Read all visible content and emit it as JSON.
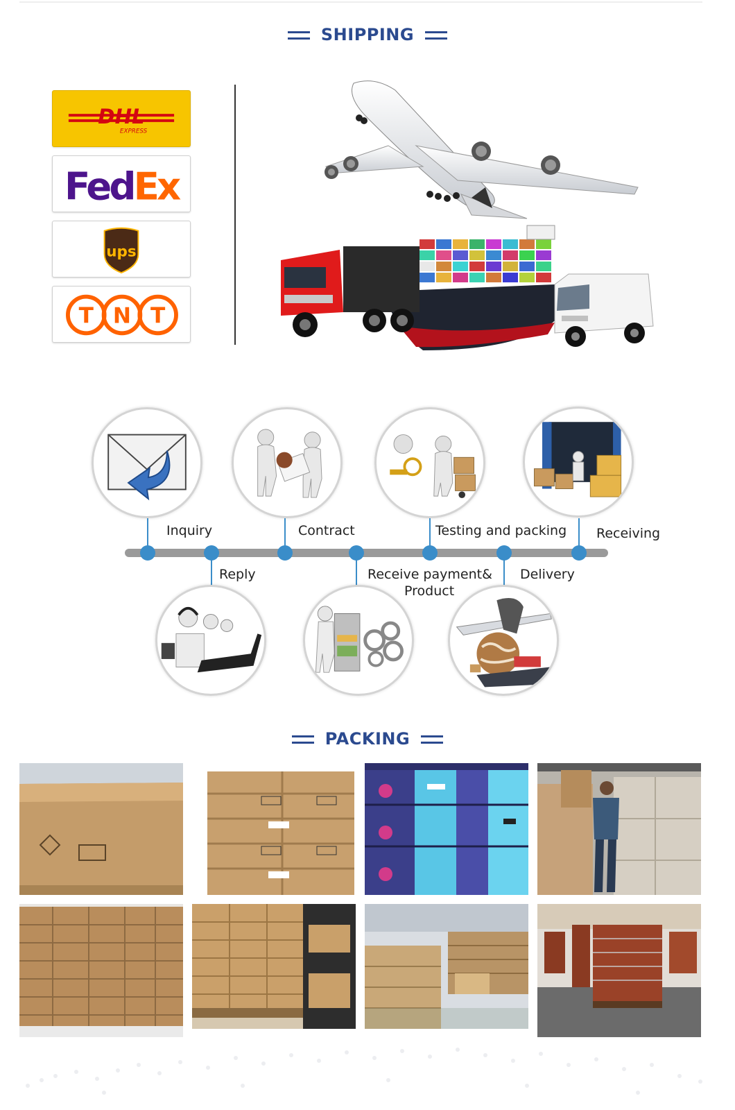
{
  "shipping": {
    "title": "SHIPPING"
  },
  "carriers": [
    {
      "name": "dhl",
      "text": "DHL",
      "sub": "EXPRESS"
    },
    {
      "name": "fedex",
      "text_fed": "Fed",
      "text_ex": "Ex"
    },
    {
      "name": "ups",
      "text": "ups"
    },
    {
      "name": "tnt",
      "letters": [
        "T",
        "N",
        "T"
      ]
    }
  ],
  "process": {
    "steps_top": [
      "Inquiry",
      "Contract",
      "Testing and packing",
      "Receiving"
    ],
    "steps_bottom": [
      "Reply",
      "Receive payment&",
      "Product",
      "Delivery"
    ]
  },
  "packing": {
    "title": "PACKING"
  },
  "colors": {
    "accent": "#2b4a8f",
    "dot": "#3a8dc9",
    "timeline": "#9a9a9a",
    "dhl_yellow": "#f7c500",
    "dhl_red": "#d40511",
    "fedex_purple": "#4d148c",
    "fedex_orange": "#ff6600",
    "ups_brown": "#4b2a16",
    "ups_gold": "#ffb500",
    "tnt_orange": "#ff6200"
  }
}
